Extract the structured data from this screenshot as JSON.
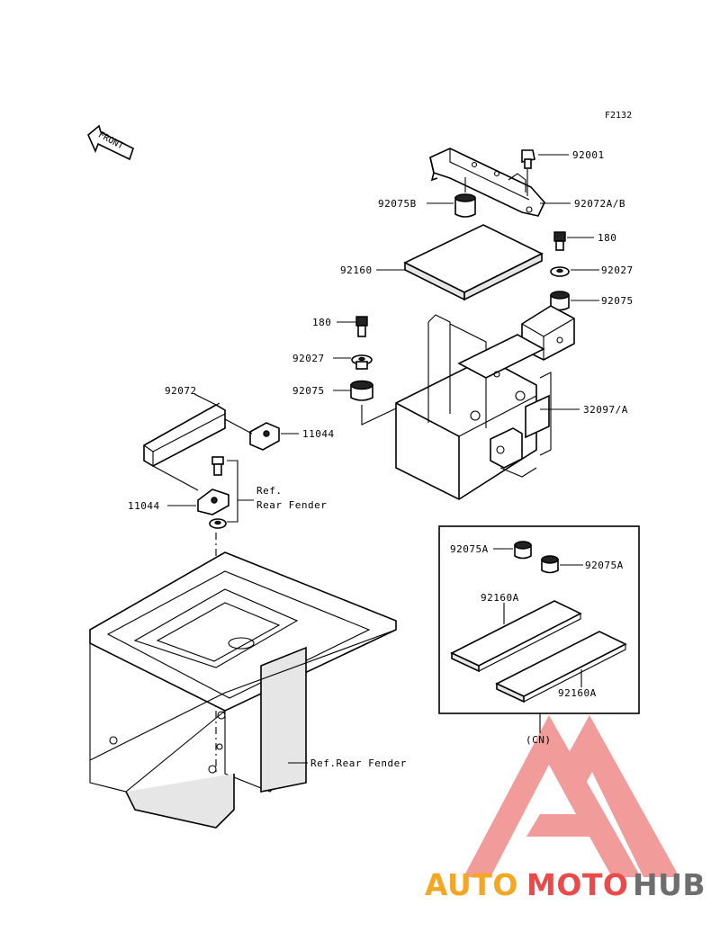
{
  "figure_code": "F2132",
  "front_label": "FRONT",
  "labels": {
    "p92001": "92001",
    "p92072ab": "92072A/B",
    "p92075b": "92075B",
    "p180_right": "180",
    "p92160": "92160",
    "p92027_right": "92027",
    "p92075_right": "92075",
    "p180_left": "180",
    "p92027_left": "92027",
    "p92075_left": "92075",
    "p32097a": "32097/A",
    "p92072": "92072",
    "p11044_right": "11044",
    "p11044_left": "11044",
    "ref_rear_fender_1": "Ref.",
    "ref_rear_fender_2": "Rear Fender",
    "ref_rear_fender_bottom": "Ref.Rear Fender",
    "p92075a_1": "92075A",
    "p92075a_2": "92075A",
    "p92160a_1": "92160A",
    "p92160a_2": "92160A",
    "cn": "(CN)"
  },
  "watermark": {
    "part1": "AUTO",
    "part2": "MOTO",
    "part3": "HUB",
    "colors": {
      "orange": "#f5a623",
      "red": "#e94b4b",
      "gray": "#6e6e6e",
      "triangle": "#f08a8a"
    }
  }
}
